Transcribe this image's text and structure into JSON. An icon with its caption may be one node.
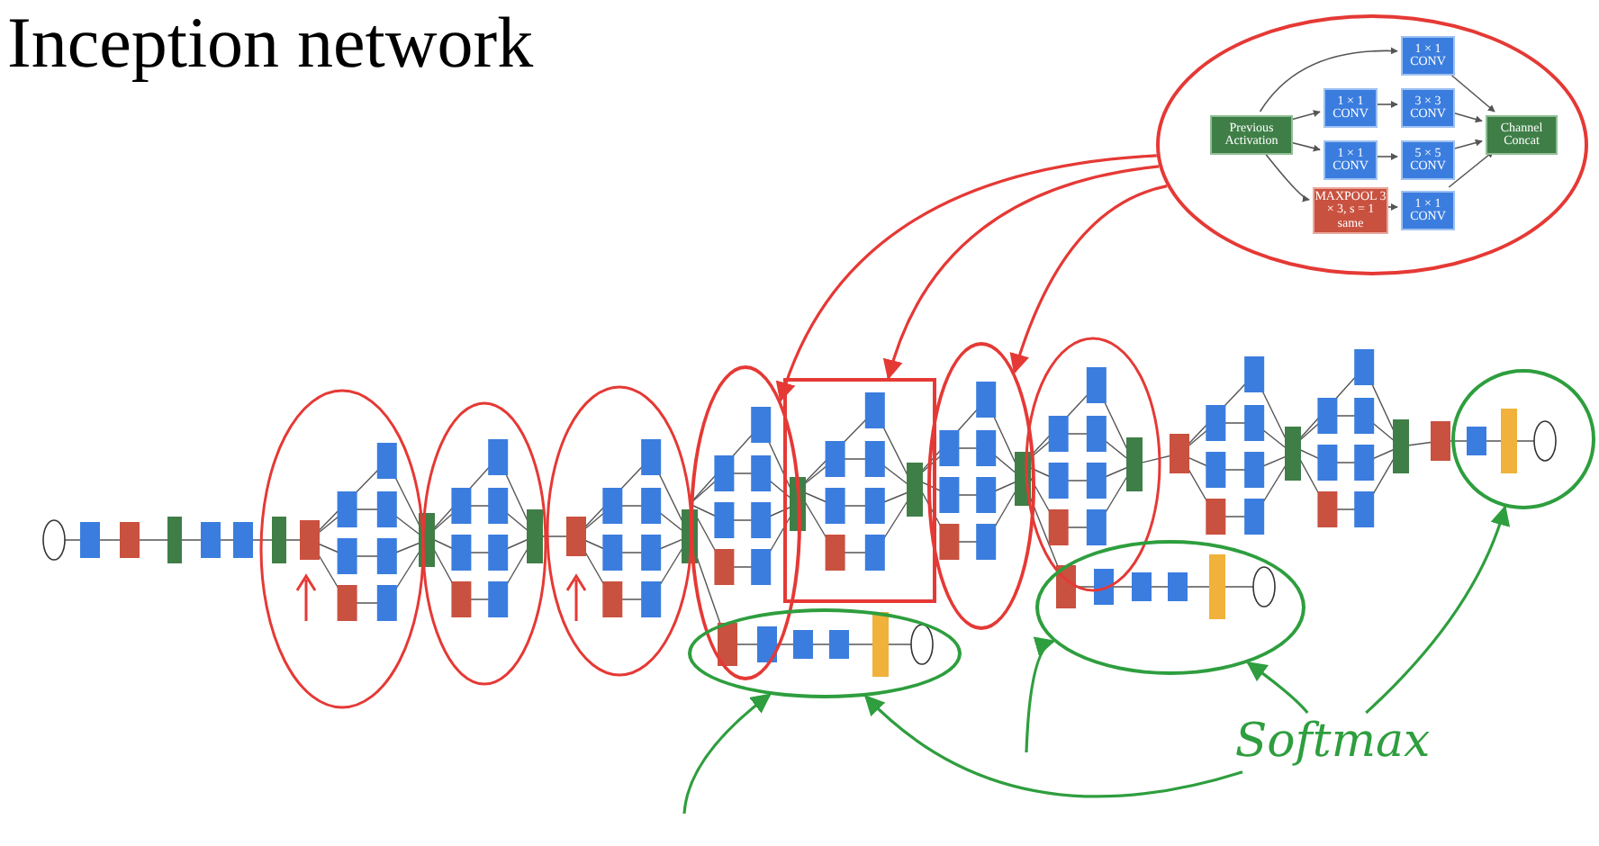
{
  "diagram": {
    "title": "Inception network",
    "nodes": [
      {
        "text": [],
        "shape": "circle"
      },
      {
        "text": [
          "Previous Activation"
        ],
        "in": 0
      },
      {
        "text": [
          "1 × 1 CONV"
        ],
        "in": 0
      },
      {
        "text": [
          "1 × 1 CONV"
        ],
        "in": 0
      },
      {
        "text": [
          "3 × 3 CONV"
        ],
        "in": 0
      },
      {
        "text": [
          "1 × 1 CONV"
        ],
        "in": 0
      },
      {
        "text": [
          "5 × 5 CONV"
        ],
        "in": 0
      },
      {
        "text": [
          "MAXPOOL 3 × 3, s = 1 same"
        ],
        "in": 0
      },
      {
        "text": [
          "1 × 1 CONV"
        ],
        "in": 0
      },
      {
        "text": [
          "Channel Concat"
        ],
        "in": 0
      },
      {
        "text": [],
        "shape": "circle"
      },
      {
        "text": [],
        "shape": "box"
      },
      {
        "text": [],
        "shape": "circle"
      },
      {
        "text": [],
        "shape": "circle"
      },
      {
        "text": [],
        "shape": "circle"
      },
      {
        "text": [],
        "shape": "circle"
      },
      {
        "text": [
          "Softmax"
        ]
      }
    ],
    "edges": [
      {
        "from": 1,
        "to": 2,
        "arrow": "to"
      },
      {
        "from": 1,
        "to": 3,
        "arrow": "to"
      },
      {
        "from": 1,
        "to": 5,
        "arrow": "to"
      },
      {
        "from": 1,
        "to": 7,
        "arrow": "to"
      },
      {
        "from": 3,
        "to": 4,
        "arrow": "to"
      },
      {
        "from": 5,
        "to": 6,
        "arrow": "to"
      },
      {
        "from": 7,
        "to": 8,
        "arrow": "to"
      },
      {
        "from": 2,
        "to": 9,
        "arrow": "to"
      },
      {
        "from": 4,
        "to": 9,
        "arrow": "to"
      },
      {
        "from": 6,
        "to": 9,
        "arrow": "to"
      },
      {
        "from": 8,
        "to": 9,
        "arrow": "to"
      },
      {
        "from": 0,
        "to": 10,
        "arrow": "to",
        "color": "#e53935"
      },
      {
        "from": 0,
        "to": 11,
        "arrow": "to",
        "color": "#e53935"
      },
      {
        "from": 0,
        "to": 12,
        "arrow": "to",
        "color": "#e53935"
      },
      {
        "from": 16,
        "to": 13,
        "arrow": "to",
        "color": "#2e9e3e"
      },
      {
        "from": 16,
        "to": 14,
        "arrow": "to",
        "color": "#2e9e3e"
      },
      {
        "from": 16,
        "to": 15,
        "arrow": "to",
        "color": "#2e9e3e"
      },
      {
        "from": null,
        "to": 13,
        "arrow": "to",
        "color": "#2e9e3e"
      },
      {
        "from": null,
        "to": 14,
        "arrow": "to",
        "color": "#2e9e3e"
      }
    ]
  }
}
